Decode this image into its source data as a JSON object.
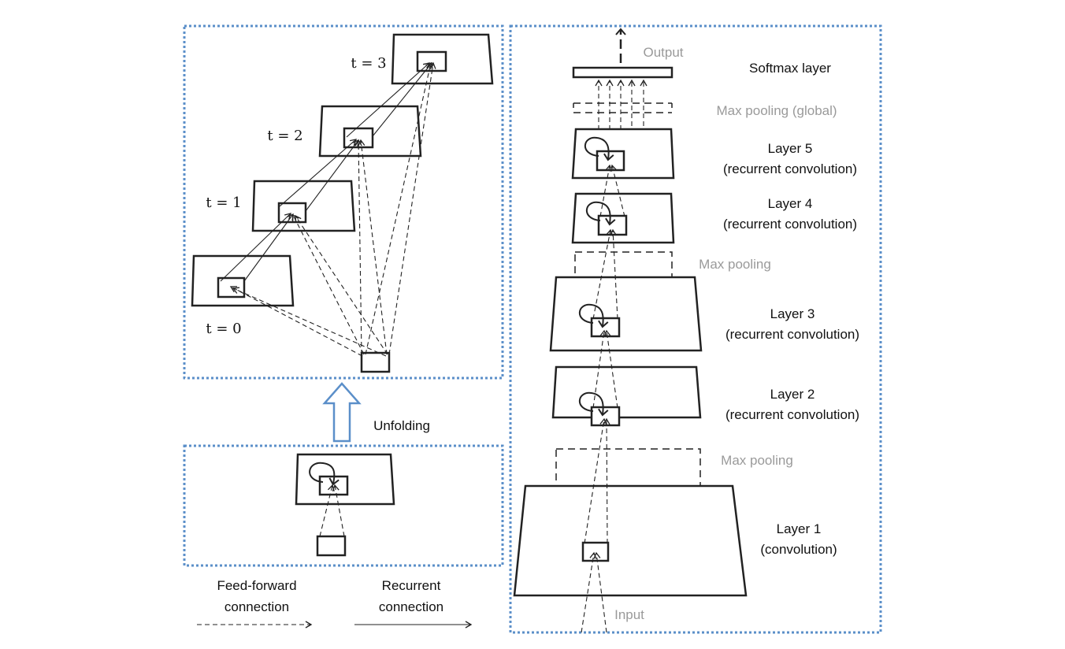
{
  "colors": {
    "frame": "#5b8fc9",
    "unfold_arrow": "#5b8fc9",
    "gray_label": "#9a9a9a"
  },
  "unfolded": {
    "time_labels": [
      "t = 0",
      "t = 1",
      "t = 2",
      "t = 3"
    ]
  },
  "unfolding_label": "Unfolding",
  "legend": {
    "feedforward": [
      "Feed-forward",
      "connection"
    ],
    "recurrent": [
      "Recurrent",
      "connection"
    ]
  },
  "network": {
    "output": "Output",
    "softmax": "Softmax layer",
    "global_pool": "Max pooling (global)",
    "layer5": [
      "Layer 5",
      "(recurrent convolution)"
    ],
    "layer4": [
      "Layer 4",
      "(recurrent convolution)"
    ],
    "pool2": "Max pooling",
    "layer3": [
      "Layer 3",
      "(recurrent convolution)"
    ],
    "layer2": [
      "Layer 2",
      "(recurrent convolution)"
    ],
    "pool1": "Max pooling",
    "layer1": [
      "Layer 1",
      "(convolution)"
    ],
    "input": "Input"
  }
}
